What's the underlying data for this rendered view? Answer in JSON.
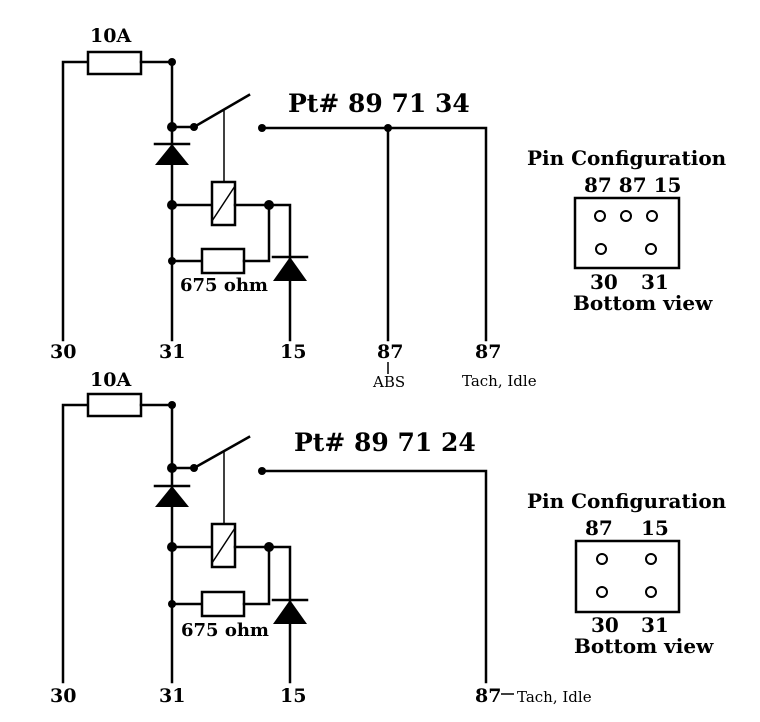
{
  "relay1": {
    "part_number": "Pt# 89 71 34",
    "fuse_label": "10A",
    "resistor_label": "675 ohm",
    "pins": {
      "p30": "30",
      "p31": "31",
      "p15": "15",
      "p87a": "87",
      "p87b": "87"
    },
    "pin_notes": {
      "abs": "ABS",
      "tach": "Tach, Idle"
    },
    "pin_config": {
      "title": "Pin Configuration",
      "top_labels": "87 87 15",
      "bottom_left": "30",
      "bottom_right": "31",
      "view": "Bottom view"
    }
  },
  "relay2": {
    "part_number": "Pt# 89 71 24",
    "fuse_label": "10A",
    "resistor_label": "675 ohm",
    "pins": {
      "p30": "30",
      "p31": "31",
      "p15": "15",
      "p87": "87"
    },
    "pin_notes": {
      "tach": "Tach, Idle"
    },
    "pin_config": {
      "title": "Pin Configuration",
      "top_left": "87",
      "top_right": "15",
      "bottom_left": "30",
      "bottom_right": "31",
      "view": "Bottom view"
    }
  }
}
